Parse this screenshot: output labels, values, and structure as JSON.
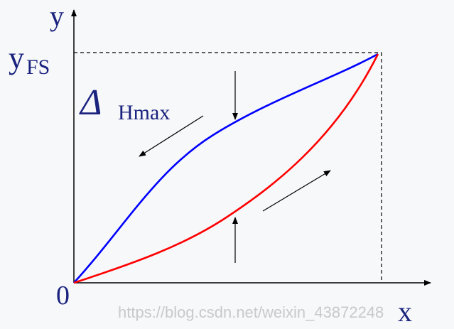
{
  "labels": {
    "y_axis": "y",
    "x_axis": "x",
    "origin": "0",
    "yfs_main": "y",
    "yfs_sub": "FS",
    "delta_symbol": "Δ",
    "delta_sub": "Hmax"
  },
  "watermark": "https://blog.csdn.net/weixin_43872248",
  "colors": {
    "loading_curve": "#ff0000",
    "unloading_curve": "#0000ff",
    "text": "#1a237e",
    "axes": "#000000",
    "background": "#f7f8fa"
  }
}
